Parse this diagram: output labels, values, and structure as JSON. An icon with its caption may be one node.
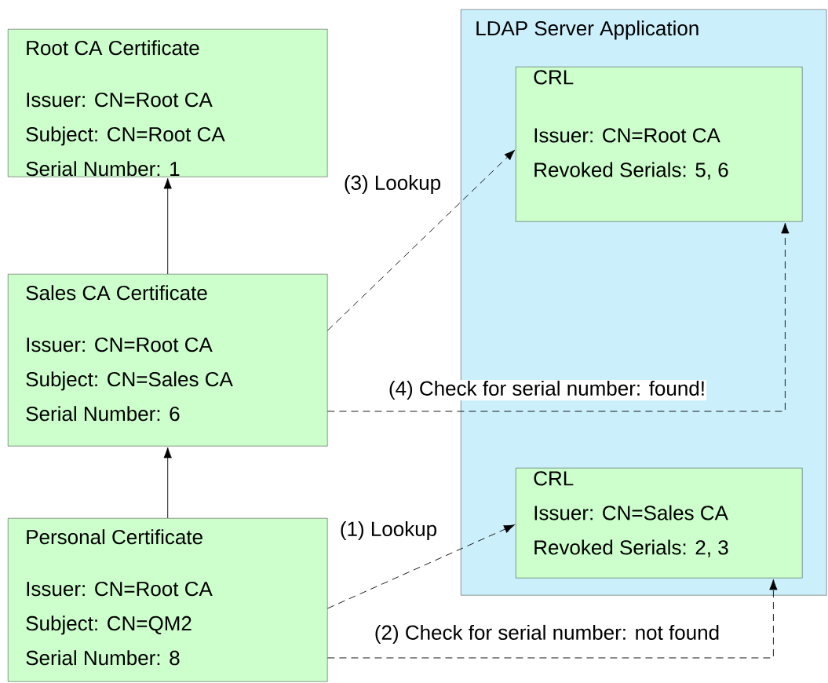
{
  "diagram": {
    "nodes": [
      {
        "text": [
          "Root CA Certificate",
          "Issuer: CN=Root CA",
          "Subject: CN=Root CA",
          "Serial Number: 1"
        ]
      },
      {
        "text": [
          "Sales CA Certificate",
          "Issuer: CN=Root CA",
          "Subject: CN=Sales CA",
          "Serial Number: 6"
        ]
      },
      {
        "text": [
          "Personal Certificate",
          "Issuer: CN=Root CA",
          "Subject: CN=QM2",
          "Serial Number: 8"
        ]
      },
      {
        "text": [
          "LDAP Server Application"
        ]
      },
      {
        "text": [
          "CRL",
          "Issuer: CN=Root CA",
          "Revoked Serials: 5, 6"
        ],
        "in": 3
      },
      {
        "text": [
          "CRL",
          "Issuer: CN=Sales CA",
          "Revoked Serials: 2, 3"
        ],
        "in": 3
      }
    ],
    "edges": [
      {
        "from": 1,
        "to": 0,
        "arrow": "to"
      },
      {
        "from": 2,
        "to": 1,
        "arrow": "to"
      },
      {
        "from": 1,
        "to": 4,
        "arrow": "to",
        "label": "(3) Lookup",
        "style": "dashed"
      },
      {
        "from": 1,
        "to": 4,
        "arrow": "to",
        "label": "(4) Check for serial number: found!",
        "style": "dashed"
      },
      {
        "from": 2,
        "to": 5,
        "arrow": "to",
        "label": "(1) Lookup",
        "style": "dashed"
      },
      {
        "from": 2,
        "to": 5,
        "arrow": "to",
        "label": "(2) Check for serial number: not found",
        "style": "dashed"
      }
    ]
  }
}
